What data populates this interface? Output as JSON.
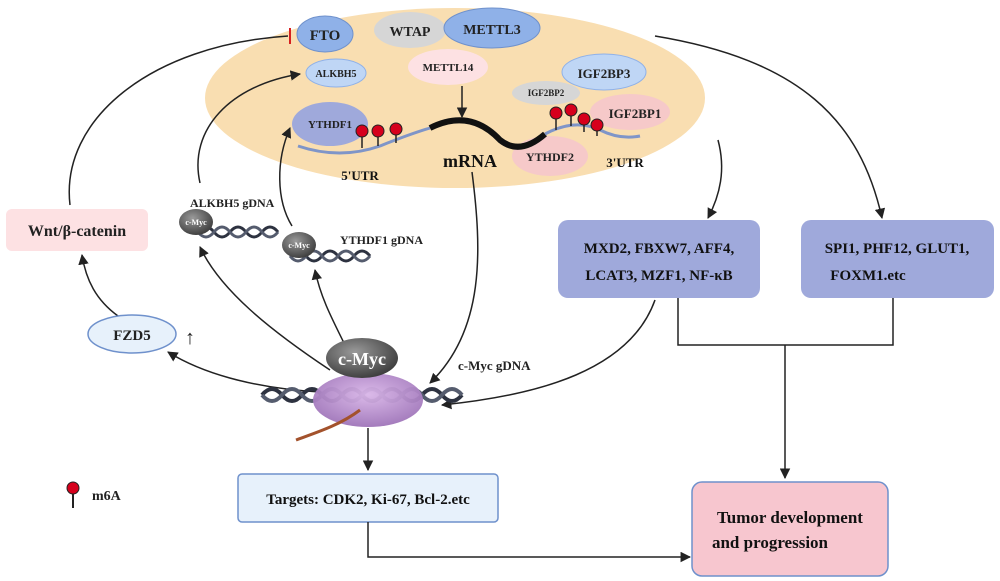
{
  "nodes": {
    "fto": "FTO",
    "wtap": "WTAP",
    "mettl3": "METTL3",
    "alkbh5": "ALKBH5",
    "mettl14": "METTL14",
    "igf2bp3": "IGF2BP3",
    "igf2bp2": "IGF2BP2",
    "igf2bp1": "IGF2BP1",
    "ythdf1": "YTHDF1",
    "ythdf2": "YTHDF2",
    "mrna": "mRNA",
    "utr5": "5'UTR",
    "utr3": "3'UTR",
    "alkbh5_gdna": "ALKBH5 gDNA",
    "ythdf1_gdna": "YTHDF1 gDNA",
    "cmyc_small": "c-Myc",
    "cmyc_big": "c-Myc",
    "cmyc_gdna": "c-Myc gDNA",
    "wnt": "Wnt/β-catenin",
    "fzd5": "FZD5",
    "up_arrow": "↑",
    "box_mid_line1": "MXD2, FBXW7, AFF4,",
    "box_mid_line2": "LCAT3, MZF1, NF-κB",
    "box_right_line1": "SPI1, PHF12, GLUT1,",
    "box_right_line2": "FOXM1.etc",
    "targets": "Targets: CDK2, Ki-67, Bcl-2.etc",
    "tumor_line1": "Tumor development",
    "tumor_line2": "and progression",
    "m6a_legend": "m6A"
  },
  "colors": {
    "cytoplasm": "#f9deb1",
    "blue_node": "#8fb1e8",
    "grey_node": "#d6d6d6",
    "pink_node": "#f6c9c9",
    "light_blue": "#bfd6f5",
    "purple_box": "#9fa9db",
    "wnt_box": "#fde1e3",
    "targets_box": "#e7f1fb",
    "tumor_box": "#f7c6cf",
    "m6a_red": "#d6001c"
  }
}
